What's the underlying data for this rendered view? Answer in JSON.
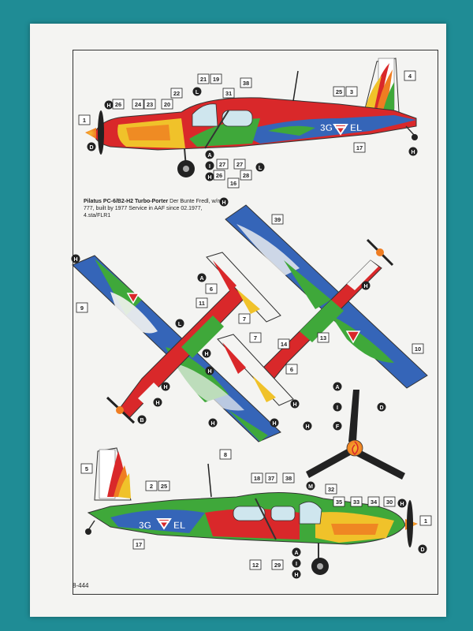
{
  "caption": {
    "title": "Pilatus PC-6/B2-H2 Turbo-Porter",
    "body": " Der Bunte Fredl, w/n 777, built by 1977 Service in AAF since 02.1977, 4.sta/FLR1"
  },
  "page_code": "8-444",
  "registration": {
    "left": "3G",
    "right": "EL"
  },
  "colors": {
    "sea": "#1f8c95",
    "paper": "#f4f4f2",
    "red": "#d9282a",
    "green": "#3fa83a",
    "blue": "#3565b8",
    "yellow": "#f0c22a",
    "orange": "#ef7d22",
    "white": "#ffffff",
    "grey": "#9aa2a8",
    "black": "#222222"
  },
  "top_profile": {
    "numbers": [
      "1",
      "26",
      "24",
      "23",
      "20",
      "22",
      "21",
      "19",
      "31",
      "38",
      "25",
      "3",
      "4",
      "17",
      "27",
      "27",
      "28",
      "26",
      "16"
    ],
    "letters": [
      "H",
      "D",
      "A",
      "I",
      "H",
      "L",
      "L",
      "H"
    ]
  },
  "plan_views": {
    "numbers": [
      "39",
      "9",
      "11",
      "6",
      "7",
      "7",
      "6",
      "14",
      "13",
      "10",
      "8"
    ],
    "letters": [
      "H",
      "H",
      "A",
      "H",
      "L",
      "H",
      "H",
      "H",
      "H",
      "H",
      "H",
      "B",
      "H",
      "H"
    ]
  },
  "propeller": {
    "letters": [
      "A",
      "I",
      "F",
      "D"
    ]
  },
  "bottom_profile": {
    "numbers": [
      "5",
      "2",
      "25",
      "18",
      "37",
      "38",
      "32",
      "35",
      "33",
      "34",
      "30",
      "1",
      "17",
      "12",
      "29"
    ],
    "letters": [
      "M",
      "H",
      "D",
      "A",
      "I",
      "H"
    ]
  }
}
